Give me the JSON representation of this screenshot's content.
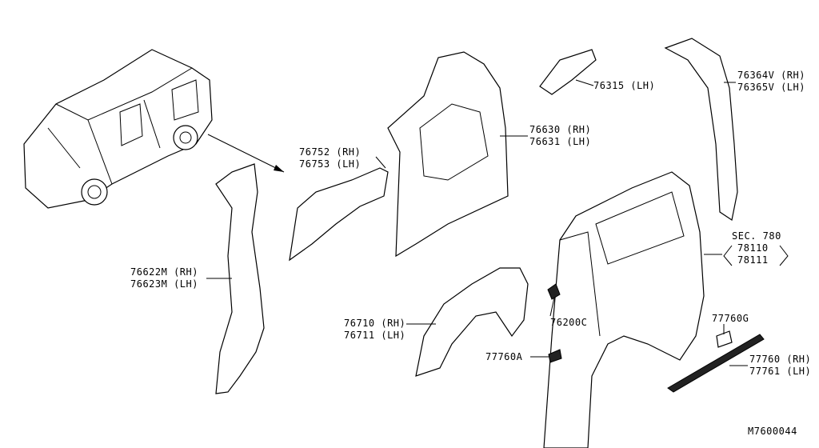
{
  "diagram_id": "M7600044",
  "parts": [
    {
      "key": "p76752",
      "lines": [
        "76752 (RH)",
        "76753 (LH)"
      ]
    },
    {
      "key": "p76630",
      "lines": [
        "76630 (RH)",
        "76631 (LH)"
      ]
    },
    {
      "key": "p76315",
      "lines": [
        "76315 (LH)"
      ]
    },
    {
      "key": "p76364",
      "lines": [
        "76364V (RH)",
        "76365V (LH)"
      ]
    },
    {
      "key": "p76622",
      "lines": [
        "76622M (RH)",
        "76623M (LH)"
      ]
    },
    {
      "key": "sec780",
      "lines": [
        "SEC. 780",
        "78110",
        "78111"
      ]
    },
    {
      "key": "p76710",
      "lines": [
        "76710 (RH)",
        "76711 (LH)"
      ]
    },
    {
      "key": "p76200",
      "lines": [
        "76200C"
      ]
    },
    {
      "key": "p77760g",
      "lines": [
        "77760G"
      ]
    },
    {
      "key": "p77760a",
      "lines": [
        "77760A"
      ]
    },
    {
      "key": "p77760",
      "lines": [
        "77760 (RH)",
        "77761 (LH)"
      ]
    }
  ]
}
